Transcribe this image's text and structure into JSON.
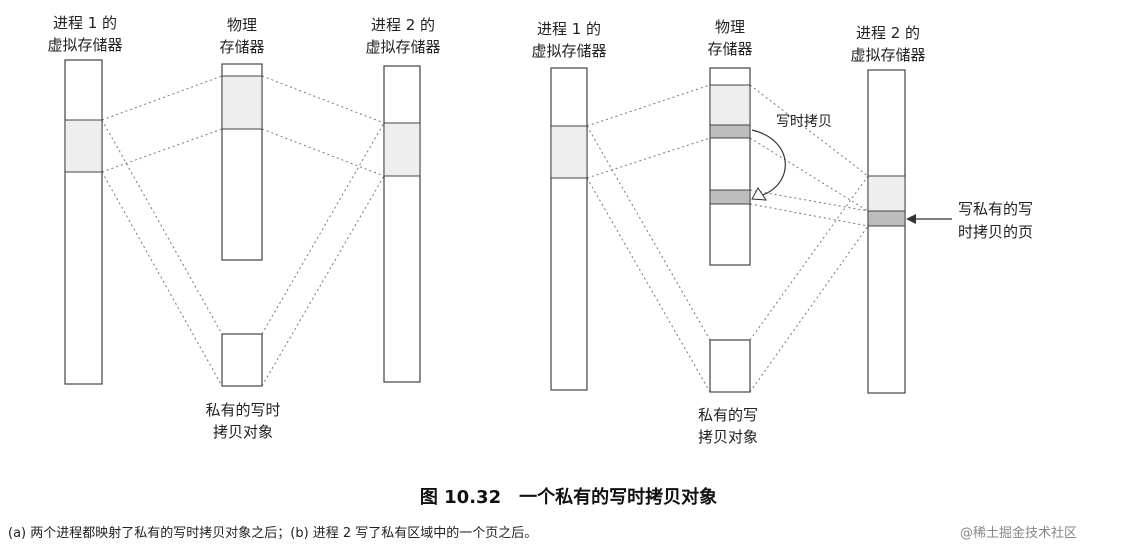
{
  "diagram_a": {
    "proc1": {
      "line1": "进程 1 的",
      "line2": "虚拟存储器"
    },
    "phys": {
      "line1": "物理",
      "line2": "存储器"
    },
    "proc2": {
      "line1": "进程 2 的",
      "line2": "虚拟存储器"
    },
    "object": {
      "line1": "私有的写时",
      "line2": "拷贝对象"
    }
  },
  "diagram_b": {
    "proc1": {
      "line1": "进程 1 的",
      "line2": "虚拟存储器"
    },
    "phys": {
      "line1": "物理",
      "line2": "存储器"
    },
    "proc2": {
      "line1": "进程 2 的",
      "line2": "虚拟存储器"
    },
    "object": {
      "line1": "私有的写",
      "line2": "拷贝对象"
    },
    "cow_label": "写时拷贝",
    "write_label": {
      "line1": "写私有的写",
      "line2": "时拷贝的页"
    }
  },
  "caption": "图 10.32　一个私有的写时拷贝对象",
  "description": "(a) 两个进程都映射了私有的写时拷贝对象之后；(b) 进程 2 写了私有区域中的一个页之后。",
  "watermark": "@稀土掘金技术社区"
}
